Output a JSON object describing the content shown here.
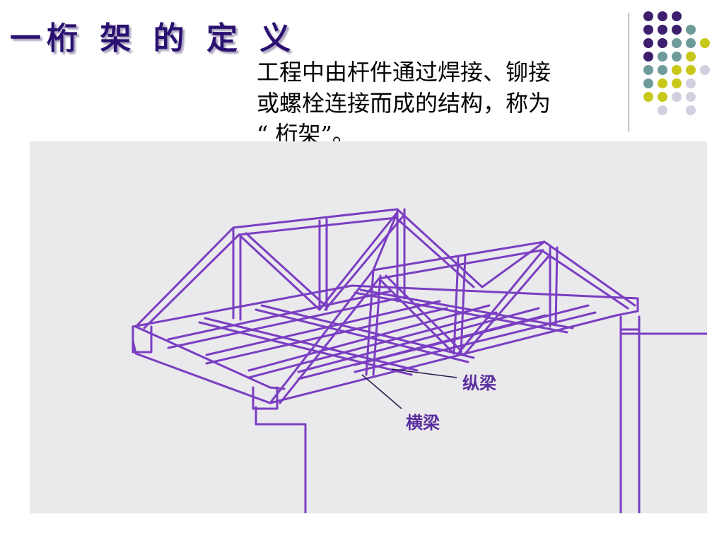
{
  "slide": {
    "title": "一桁 架 的 定 义",
    "body_lines": [
      "工程中由杆件通过焊接、铆接",
      "或螺栓连接而成的结构，称为",
      "“ 桁架”。"
    ]
  },
  "figure": {
    "label_longitudinal_beam": "纵梁",
    "label_cross_beam": "横梁",
    "truss_color": "#7a3ec2",
    "background_color": "#eae9ec"
  },
  "decoration": {
    "dot_colors": [
      "#3d1f6e",
      "#6e9a9a",
      "#c8c81a",
      "#d0d0e0"
    ]
  },
  "theme": {
    "title_color": "#2a1070",
    "text_color": "#000000"
  }
}
